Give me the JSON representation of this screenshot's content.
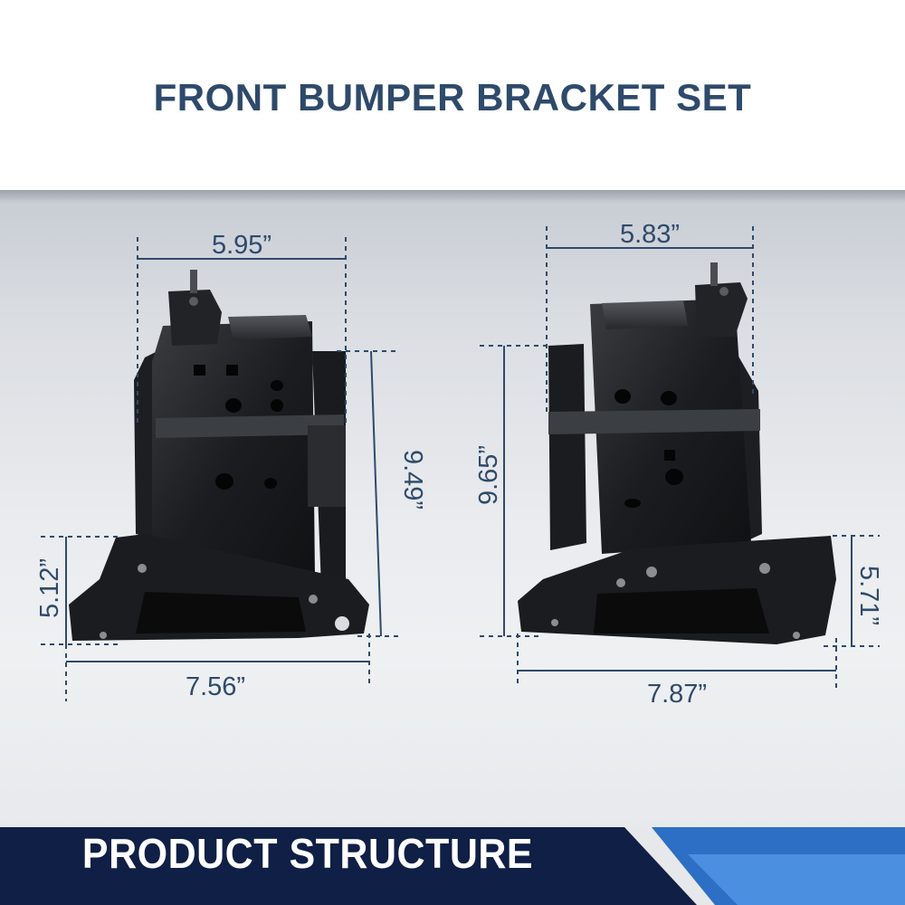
{
  "title": "FRONT BUMPER BRACKET SET",
  "footer_label": "PRODUCT STRUCTURE",
  "colors": {
    "title": "#2e4a6b",
    "dimension": "#2e4a6b",
    "footer_dark": "#0f1f45",
    "footer_accent": "#2c6fc4"
  },
  "left_bracket": {
    "top_width": "5.95”",
    "height": "9.49”",
    "base_height": "5.12”",
    "base_width": "7.56”"
  },
  "right_bracket": {
    "top_width": "5.83”",
    "height": "9.65”",
    "base_height": "5.71”",
    "base_width": "7.87”"
  }
}
